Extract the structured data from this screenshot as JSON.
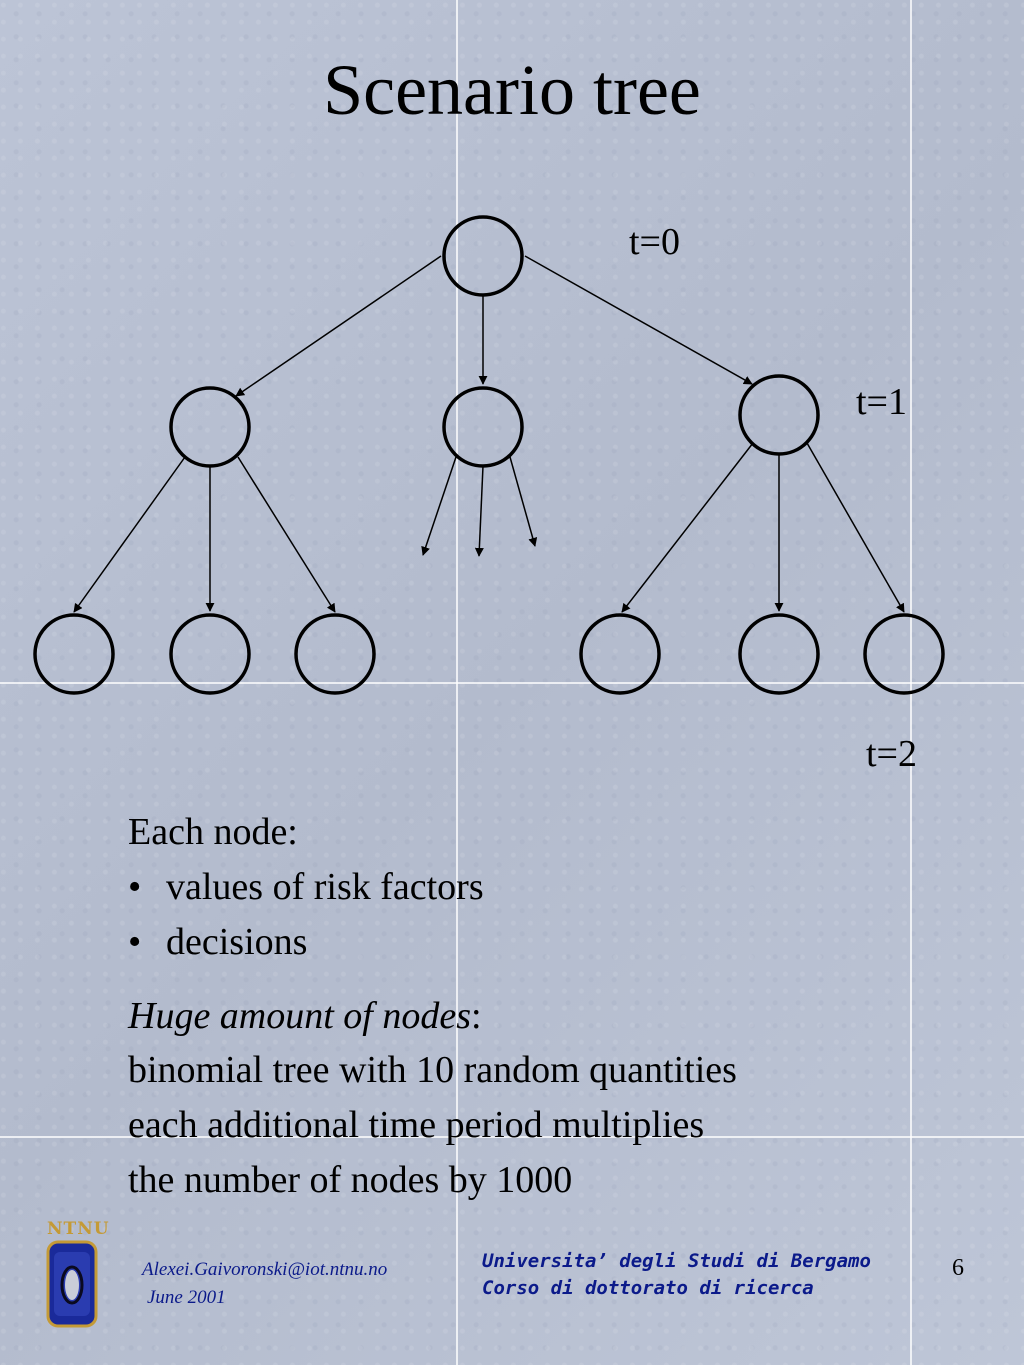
{
  "slide": {
    "title": "Scenario tree",
    "page_number": "6"
  },
  "diagram": {
    "time_labels": [
      "t=0",
      "t=1",
      "t=2"
    ]
  },
  "body": {
    "heading1": "Each node:",
    "bullets": [
      "values of risk factors",
      "decisions"
    ],
    "heading2_italic": "Huge amount of nodes",
    "heading2_suffix": ":",
    "lines": [
      "binomial tree with 10 random quantities",
      "each additional time period multiplies",
      "the number of nodes by 1000"
    ]
  },
  "footer": {
    "email": "Alexei.Gaivoronski@iot.ntnu.no",
    "date": "June 2001",
    "university_line1": "Universita’ degli Studi di Bergamo",
    "university_line2": "Corso di dottorato di ricerca",
    "logo_text": "NTNU"
  },
  "colors": {
    "background": "#b9c1d3",
    "footer_text": "#0b1a8a",
    "logo_gold": "#c49a36",
    "logo_blue": "#1a2a9a"
  }
}
